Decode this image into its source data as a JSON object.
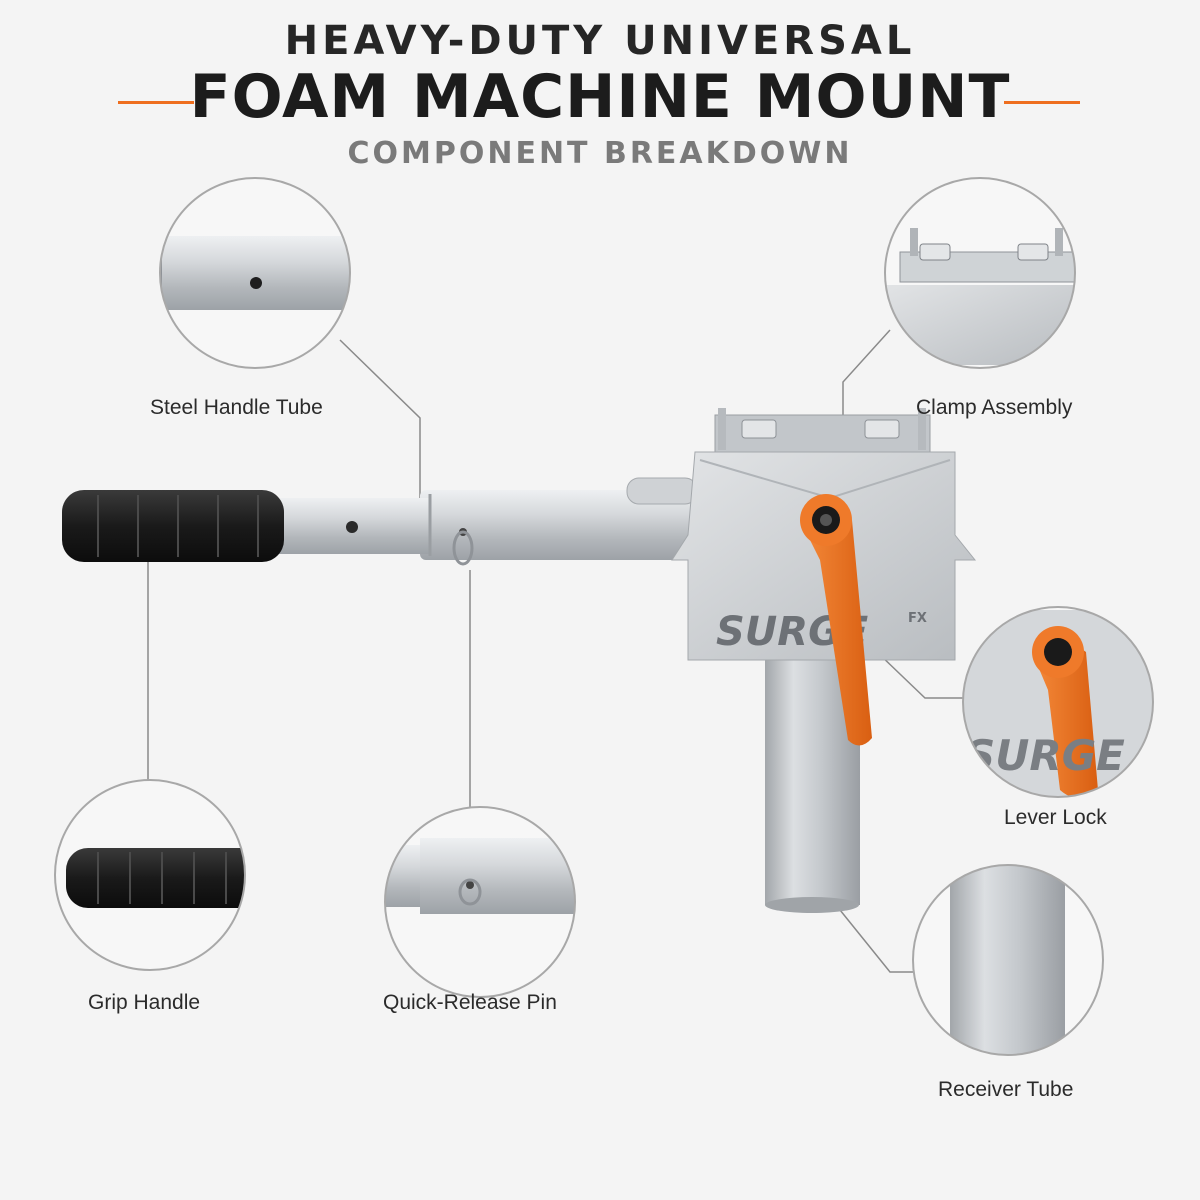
{
  "header": {
    "kicker": "HEAVY-DUTY UNIVERSAL",
    "title": "FOAM MACHINE MOUNT",
    "subtitle": "COMPONENT BREAKDOWN"
  },
  "brand": {
    "logo_text": "SURGE",
    "logo_suffix": "FX"
  },
  "components": [
    {
      "id": "steel-handle-tube",
      "label": "Steel Handle Tube"
    },
    {
      "id": "clamp-assembly",
      "label": "Clamp Assembly"
    },
    {
      "id": "lever-lock",
      "label": "Lever Lock"
    },
    {
      "id": "grip-handle",
      "label": "Grip Handle"
    },
    {
      "id": "quick-release-pin",
      "label": "Quick-Release Pin"
    },
    {
      "id": "receiver-tube",
      "label": "Receiver Tube"
    }
  ],
  "colors": {
    "accent": "#ee6e1f",
    "steel": "#c9cccf",
    "grip": "#1b1b1b",
    "background": "#f4f4f4",
    "callout_line": "#8a8a8a"
  },
  "icons": {
    "steel-handle-tube": "steel-tube-icon",
    "clamp-assembly": "clamp-icon",
    "lever-lock": "lever-icon",
    "grip-handle": "grip-icon",
    "quick-release-pin": "pin-icon",
    "receiver-tube": "receiver-icon"
  }
}
